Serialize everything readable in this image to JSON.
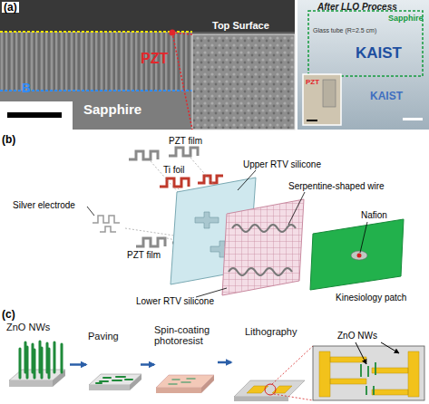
{
  "diagram": {
    "nodes": [
      {
        "text": [
          "ZnO NWs"
        ]
      },
      {
        "text": [
          "Paving"
        ]
      },
      {
        "text": [
          "Spin-coating photoresist"
        ]
      },
      {
        "text": [
          "Lithography"
        ]
      }
    ],
    "edges": [
      {
        "from": 0,
        "to": 1,
        "arrow": "to"
      },
      {
        "from": 1,
        "to": 2,
        "arrow": "to"
      },
      {
        "from": 2,
        "to": 3,
        "arrow": "to"
      }
    ],
    "labels": [
      "(a)",
      "PZT",
      "B",
      "Sapphire",
      "Top Surface",
      "After LLO Process",
      "Sapphire",
      "PZT",
      "KAIST",
      "KAIST",
      "Glass tube (R=2.5 cm)",
      "(b)",
      "PZT film",
      "Ti foil",
      "Silver electrode",
      "PZT film",
      "Upper RTV silicone",
      "Serpentine-shaped wire",
      "Nafion",
      "Lower RTV silicone",
      "Kinesiology patch",
      "(c)",
      "ZnO NWs"
    ]
  }
}
